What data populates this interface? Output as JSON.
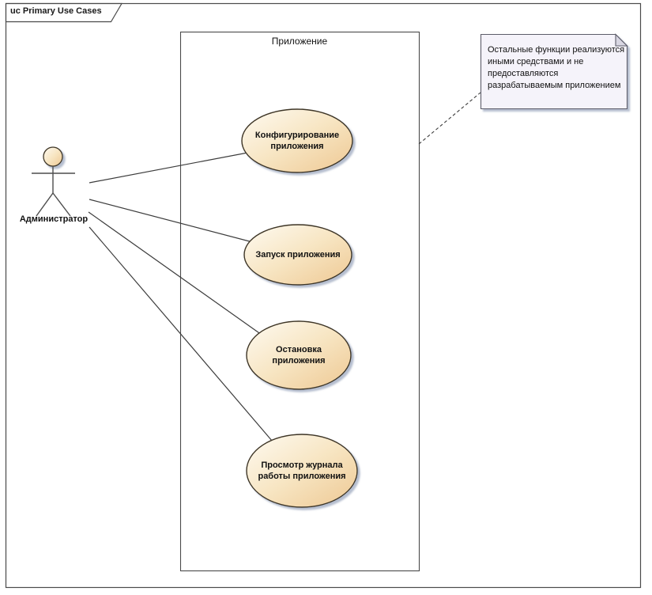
{
  "diagram": {
    "frame_label": "uc Primary Use Cases",
    "boundary_label": "Приложение"
  },
  "actor": {
    "label": "Администратор"
  },
  "use_cases": [
    {
      "label": "Конфигурирование приложения"
    },
    {
      "label": "Запуск приложения"
    },
    {
      "label": "Остановка приложения"
    },
    {
      "label": "Просмотр журнала работы приложения"
    }
  ],
  "note": {
    "lines": [
      "Остальные функции реализуются",
      "иными средствами и не",
      "предоставляются",
      "разрабатываемым приложением"
    ]
  },
  "colors": {
    "usecase_fill_start": "#fefaf1",
    "usecase_fill_mid": "#f7e5c2",
    "usecase_fill_end": "#eec893",
    "usecase_stroke": "#3e3526",
    "note_fill": "#f5f3fa",
    "note_fold": "#d8d6e2",
    "connector_line": "#3c3c3c",
    "shadow": "#a8b2c6"
  }
}
